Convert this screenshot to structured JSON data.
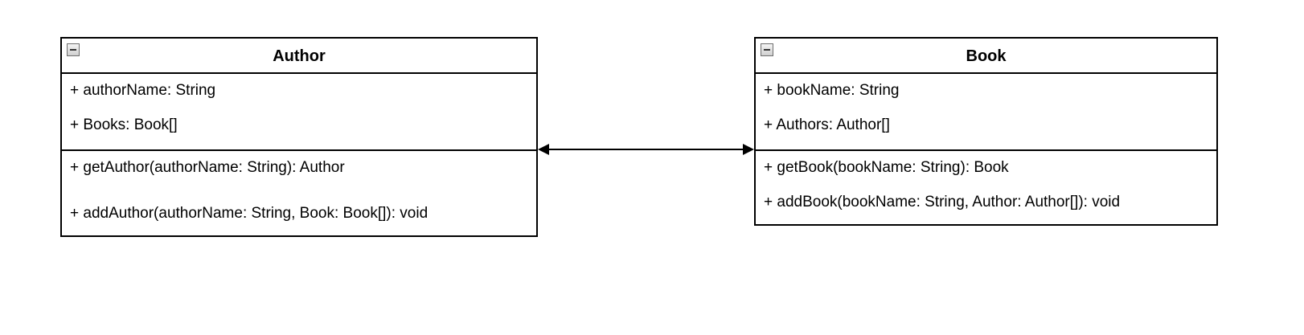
{
  "diagram": {
    "classes": [
      {
        "id": "author",
        "name": "Author",
        "attributes": [
          "+ authorName: String",
          "+ Books: Book[]"
        ],
        "methods": [
          "+ getAuthor(authorName: String): Author",
          "+ addAuthor(authorName: String, Book: Book[]): void"
        ]
      },
      {
        "id": "book",
        "name": "Book",
        "attributes": [
          "+ bookName: String",
          "+ Authors: Author[]"
        ],
        "methods": [
          "+ getBook(bookName: String): Book",
          "+ addBook(bookName: String, Author: Author[]): void"
        ]
      }
    ],
    "association": {
      "from": "Author",
      "to": "Book",
      "navigability": "bidirectional"
    }
  },
  "colors": {
    "stroke": "#000000",
    "background": "#ffffff"
  },
  "icons": {
    "collapse": "collapse-icon"
  }
}
